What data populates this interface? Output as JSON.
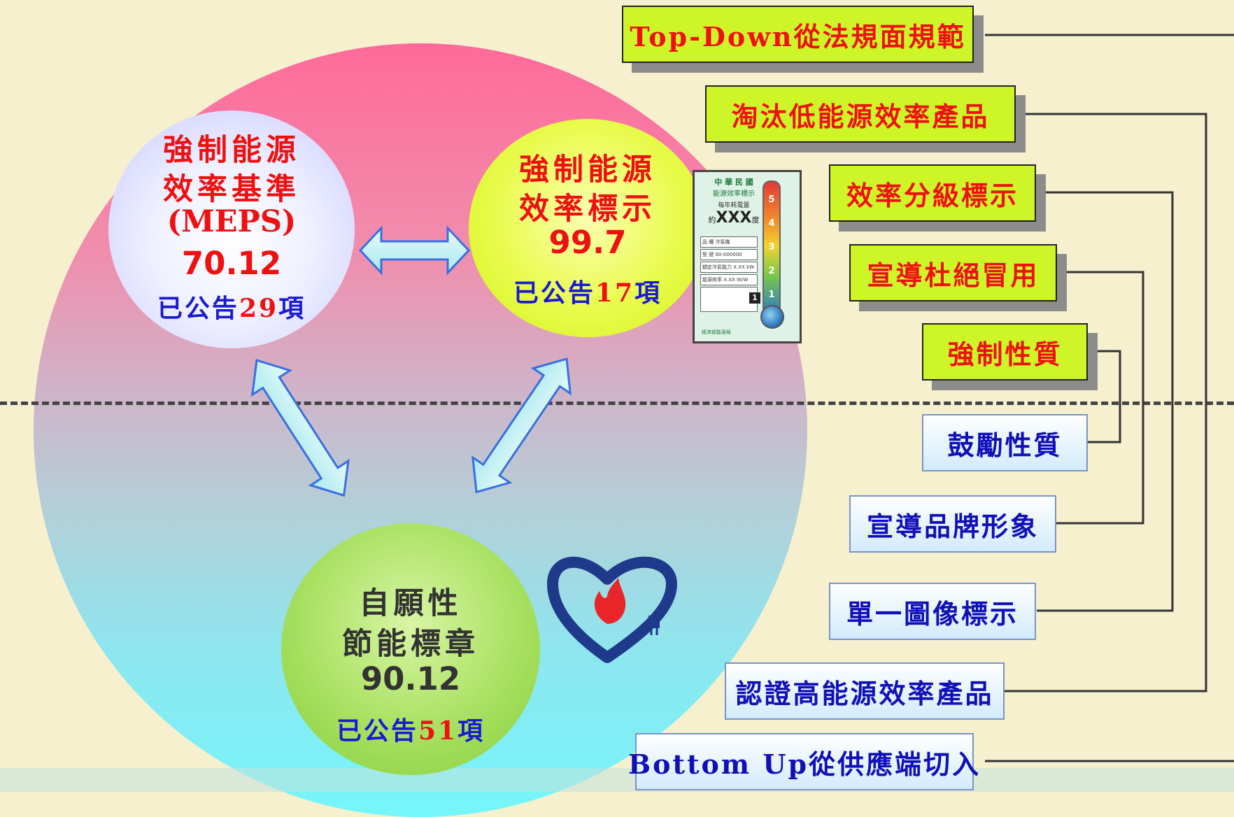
{
  "circles": {
    "meps": {
      "line1": "強制能源",
      "line2": "效率基準",
      "line3": "(MEPS)",
      "value": "70.12",
      "count_prefix": "已公告",
      "count": "29",
      "count_suffix": "項"
    },
    "label": {
      "line1": "強制能源",
      "line2": "效率標示",
      "value": "99.7",
      "count_prefix": "已公告",
      "count": "17",
      "count_suffix": "項"
    },
    "voluntary": {
      "line1": "自願性",
      "line2": "節能標章",
      "value": "90.12",
      "count_prefix": "已公告",
      "count": "51",
      "count_suffix": "項"
    }
  },
  "energy_label": {
    "title1": "中 華 民 國",
    "title2": "能源效率標示",
    "annual_text": "每年耗電量",
    "prefix": "約",
    "value": "XXX",
    "unit": "度",
    "grade_text": "1",
    "grades": [
      "5",
      "4",
      "3",
      "2",
      "1"
    ],
    "rows": [
      {
        "label": "品 種",
        "value": "冷氣機"
      },
      {
        "label": "型 號",
        "value": "00-000000"
      },
      {
        "label": "額定冷氣能力",
        "value": "X.XX kW"
      },
      {
        "label": "能源效率",
        "value": "X.XX W/W"
      }
    ],
    "badge": "1",
    "footer": "經濟部能源局"
  },
  "right_boxes": {
    "top_down": "Top-Down從法規面規範",
    "eliminate": "淘汰低能源效率產品",
    "grading": "效率分級標示",
    "anti_fraud": "宣導杜絕冒用",
    "mandatory": "強制性質",
    "encourage": "鼓勵性質",
    "brand": "宣導品牌形象",
    "single_image": "單一圖像標示",
    "certify": "認證高能源效率產品",
    "bottom_up": "Bottom Up從供應端切入"
  },
  "colors": {
    "title_red": "#ee1111",
    "count_blue": "#1a1ad0",
    "green_box": "#cdf527",
    "blue_box_text": "#1010b8",
    "connector": "#333333"
  }
}
